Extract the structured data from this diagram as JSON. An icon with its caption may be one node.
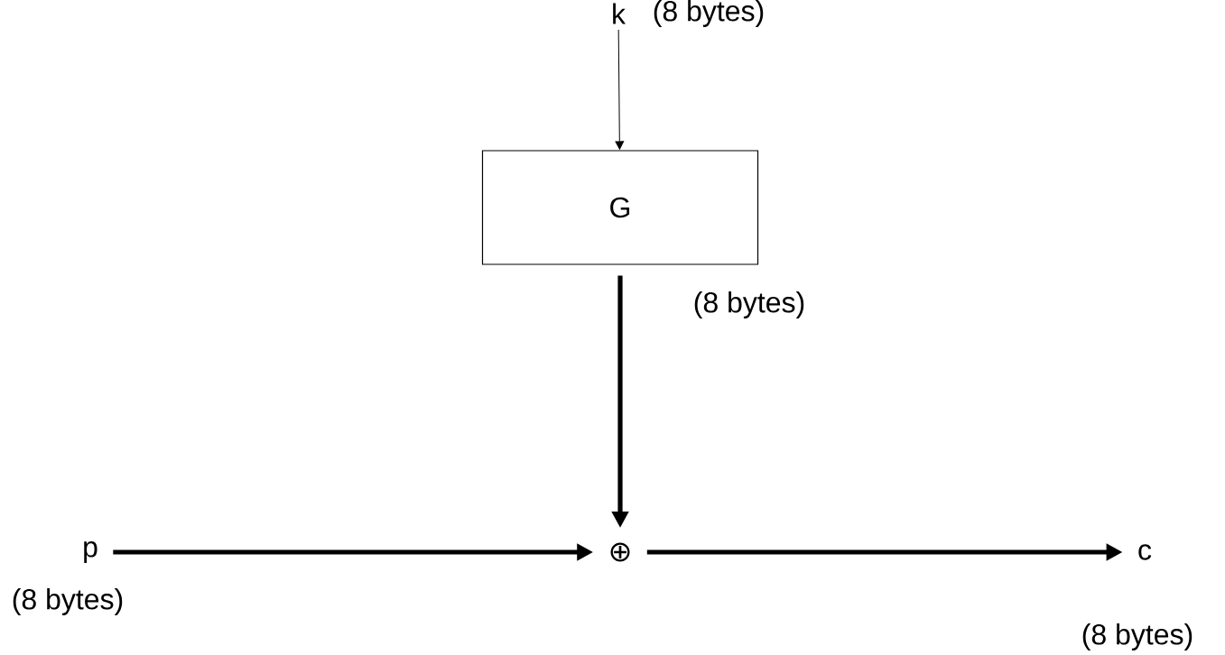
{
  "diagram": {
    "nodes": [
      {
        "text": [
          "k"
        ],
        "beside": [
          "(8 bytes)"
        ]
      },
      {
        "text": [
          "G"
        ]
      },
      {
        "text": [
          "⊕"
        ]
      },
      {
        "text": [
          "p"
        ],
        "beside": [
          "(8 bytes)"
        ]
      },
      {
        "text": [
          "c"
        ],
        "beside": [
          "(8 bytes)"
        ]
      }
    ],
    "edges": [
      {
        "from": 0,
        "to": 1,
        "arrow": "to"
      },
      {
        "from": 1,
        "to": 2,
        "arrow": "to",
        "label": "(8 bytes)"
      },
      {
        "from": 3,
        "to": 2,
        "arrow": "to"
      },
      {
        "from": 2,
        "to": 4,
        "arrow": "to"
      }
    ]
  }
}
